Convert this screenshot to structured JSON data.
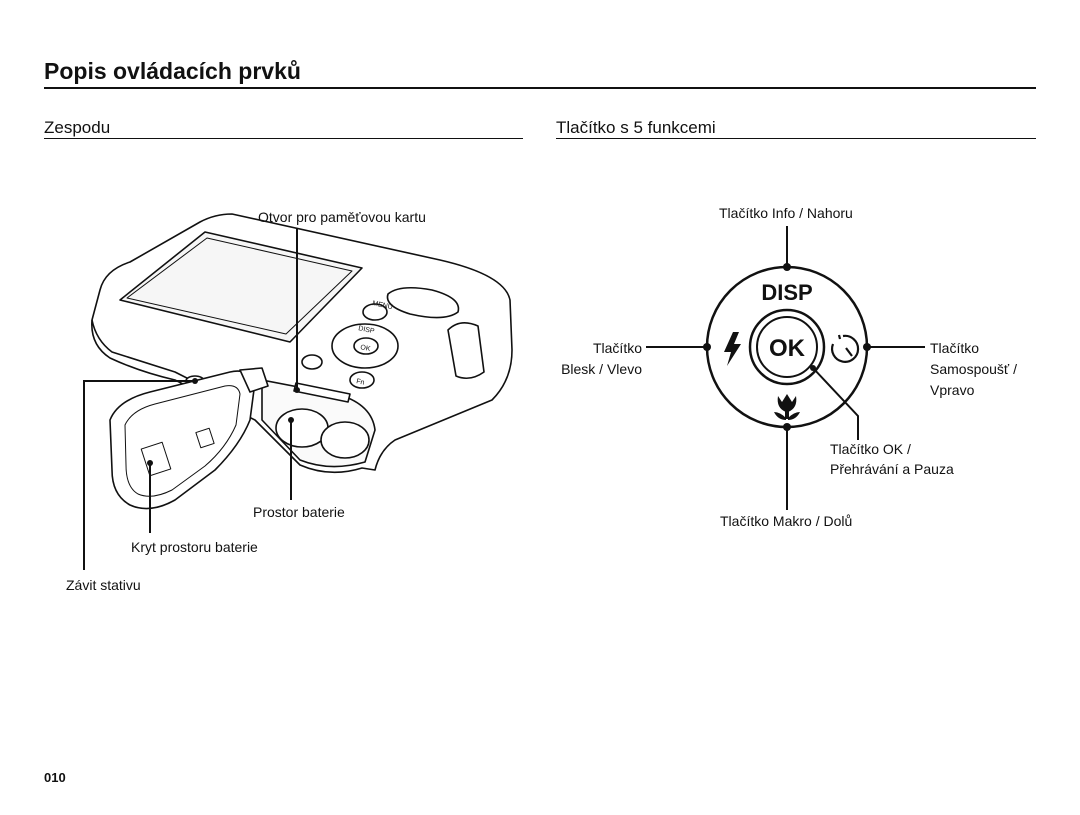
{
  "page": {
    "title": "Popis ovládacích prvků",
    "number": "010"
  },
  "left_section": {
    "title": "Zespodu",
    "labels": {
      "card_slot": "Otvor pro paměťovou kartu",
      "battery_chamber": "Prostor baterie",
      "battery_cover": "Kryt prostoru baterie",
      "tripod_socket": "Závit stativu"
    },
    "camera_markings": {
      "menu": "MENU",
      "disp": "DISP",
      "ok": "OK",
      "fn": "Fn"
    }
  },
  "right_section": {
    "title": "Tlačítko s 5 funkcemi",
    "labels": {
      "info_up": "Tlačítko Info / Nahoru",
      "flash_left_1": "Tlačítko",
      "flash_left_2": "Blesk / Vlevo",
      "timer_right_1": "Tlačítko",
      "timer_right_2": "Samospoušť /",
      "timer_right_3": "Vpravo",
      "ok_1": "Tlačítko OK /",
      "ok_2": "Přehrávání a Pauza",
      "macro_down": "Tlačítko Makro / Dolů"
    },
    "dial": {
      "top": "DISP",
      "center": "OK"
    }
  }
}
